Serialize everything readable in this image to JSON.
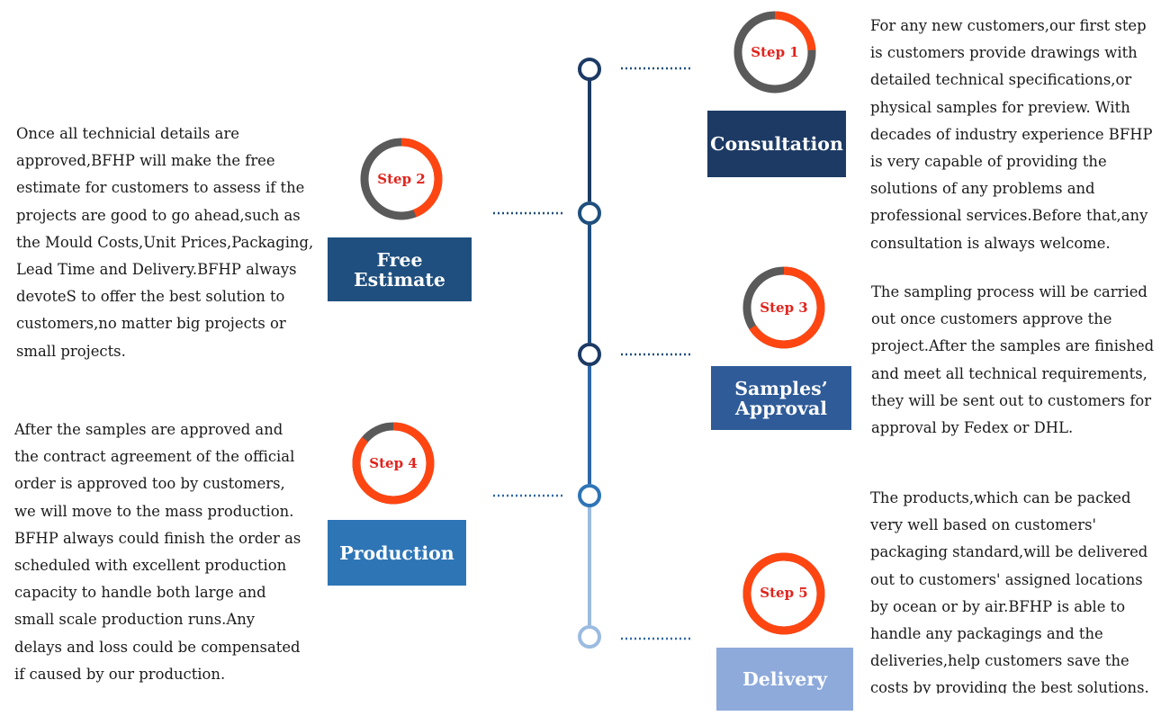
{
  "colors": {
    "ring_progress": "#ff4612",
    "ring_rest": "#5a5a5a",
    "step_label": "#e0231c",
    "timeline_dark": "#1c3a64",
    "timeline_mid": "#2d67a8",
    "timeline_light": "#9bbbe0"
  },
  "steps": [
    {
      "step_label": "Step 1",
      "title": "Consultation",
      "box_color": "#1c3a64",
      "ring_fraction": 0.24,
      "text": "For any new customers,our first step\nis customers provide drawings with\ndetailed technical specifications,or\nphysical samples for preview. With\ndecades of industry experience BFHP\nis very capable of providing the\nsolutions of any problems and\nprofessional services.Before that,any\nconsultation is always welcome."
    },
    {
      "step_label": "Step 2",
      "title": "Free Estimate",
      "box_color": "#1f4f7e",
      "ring_fraction": 0.44,
      "text": "Once all technicial details are\napproved,BFHP will make the free\nestimate for customers to assess if the\nprojects are good to go ahead,such as\nthe Mould Costs,Unit Prices,Packaging,\nLead Time and Delivery.BFHP always\ndevoteS to offer the best solution to\ncustomers,no matter big projects or\nsmall projects."
    },
    {
      "step_label": "Step 3",
      "title": "Samples’\nApproval",
      "box_color": "#2f5b98",
      "ring_fraction": 0.66,
      "text": "The sampling process will be carried\nout once customers approve the\nproject.After the samples are finished\nand meet all technical requirements,\nthey will be sent out to customers for\napproval by Fedex or DHL."
    },
    {
      "step_label": "Step 4",
      "title": "Production",
      "box_color": "#2e75b6",
      "ring_fraction": 0.86,
      "text": "After the samples are approved and\nthe contract agreement of the official\norder is approved too by customers,\nwe will move to the mass production.\nBFHP always could finish the order as\nscheduled with excellent production\ncapacity to handle both large and\nsmall scale production runs.Any\ndelays and loss could be compensated\nif caused by our production."
    },
    {
      "step_label": "Step 5",
      "title": "Delivery",
      "box_color": "#8eaadb",
      "ring_fraction": 1.0,
      "text": "The products,which can be packed\nvery well based on customers'\npackaging standard,will be delivered\nout to customers' assigned locations\nby ocean or by air.BFHP is able to\nhandle any packagings and the\ndeliveries,help customers save the\ncosts by providing the best solutions."
    }
  ]
}
